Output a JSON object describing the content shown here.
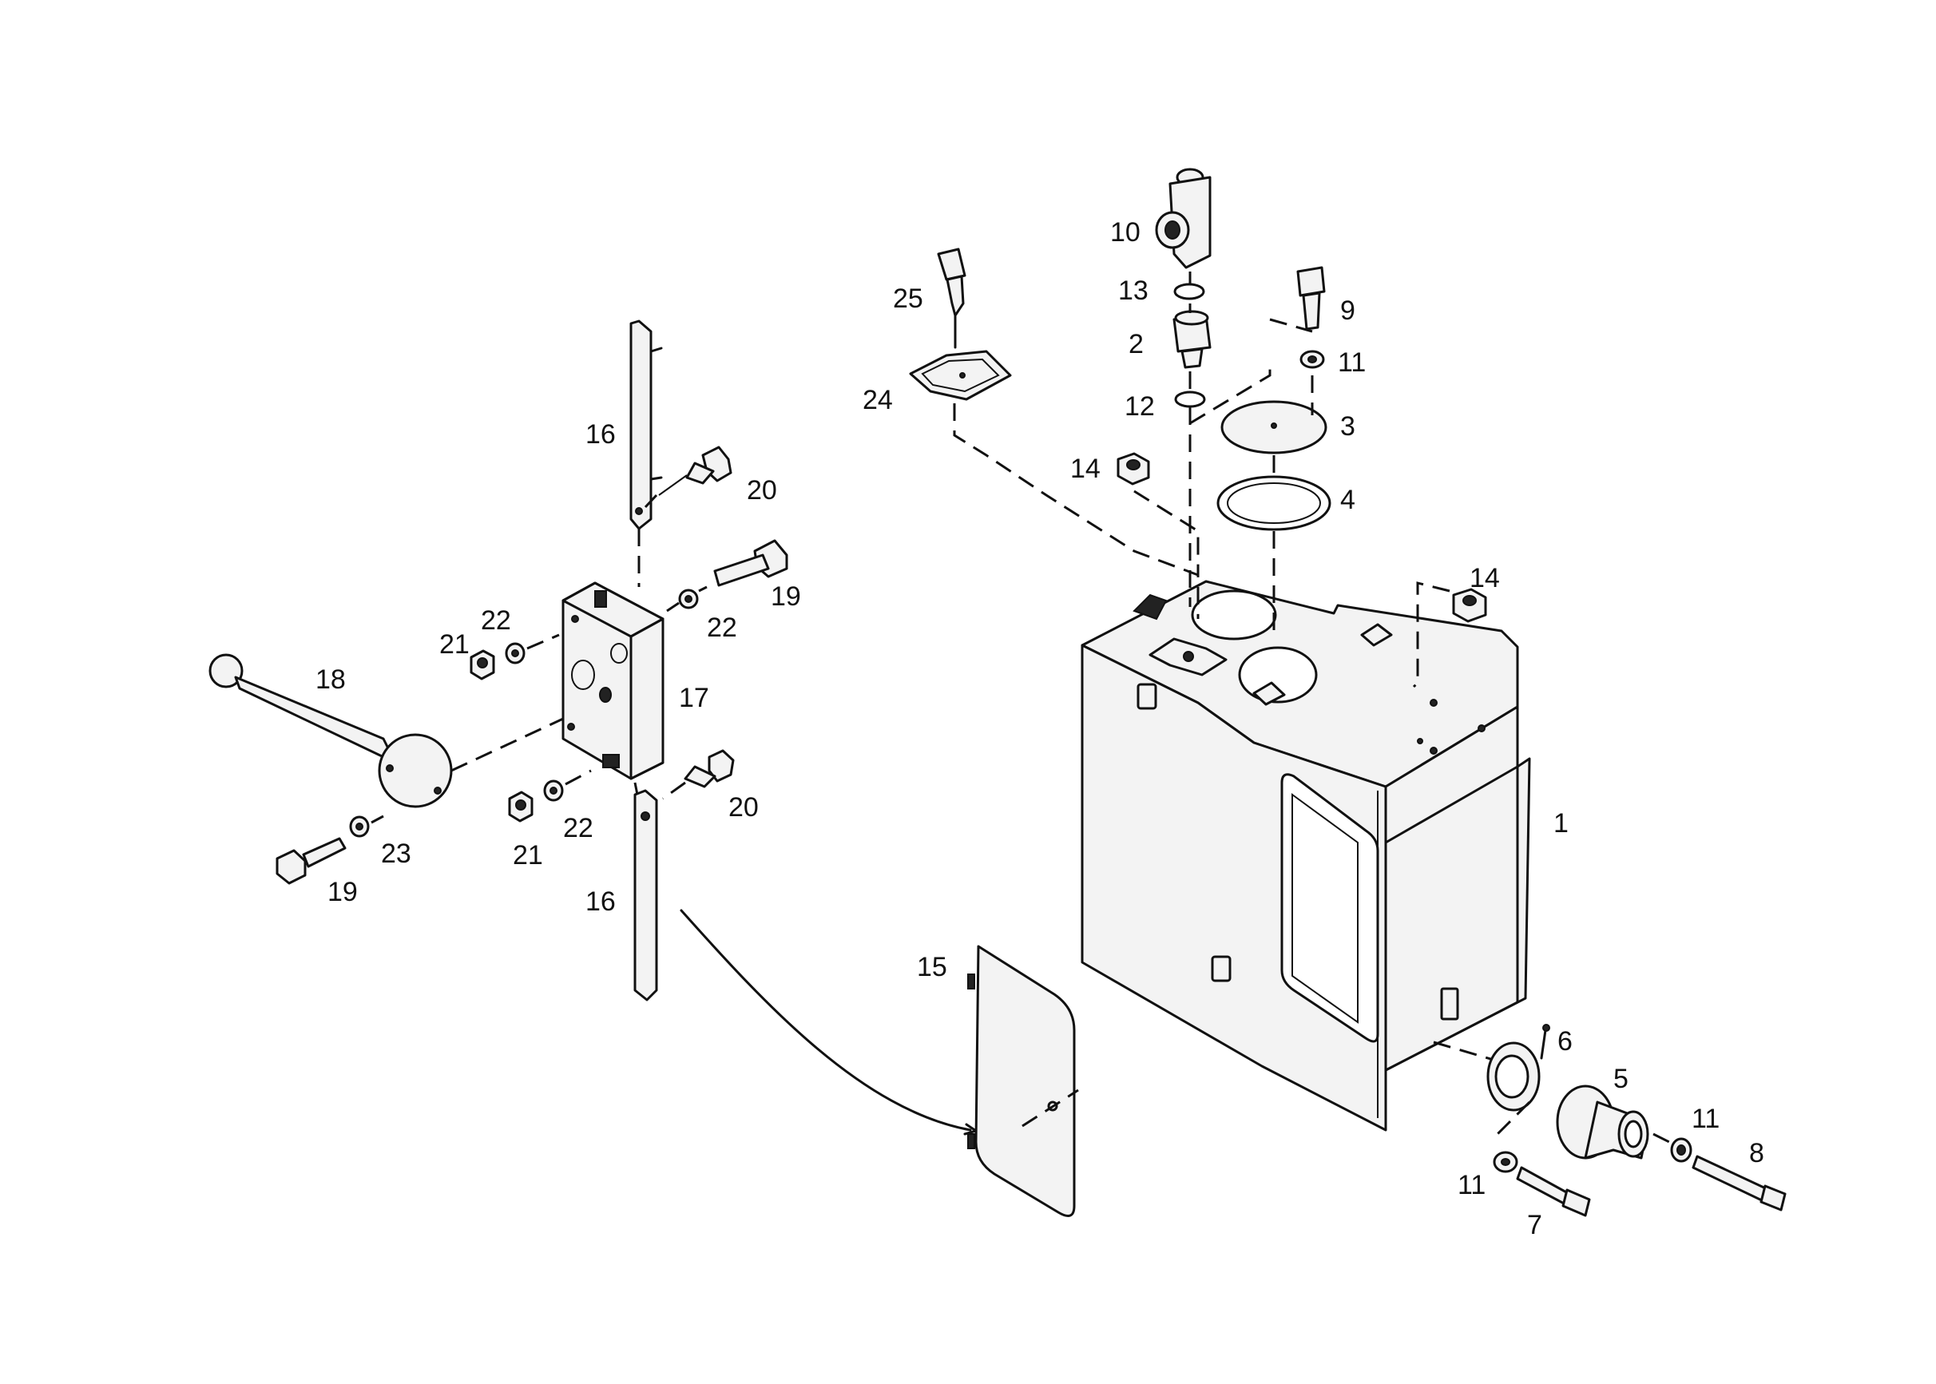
{
  "labels": {
    "l1": "1",
    "l2": "2",
    "l3": "3",
    "l4": "4",
    "l5": "5",
    "l6": "6",
    "l7": "7",
    "l8": "8",
    "l9": "9",
    "l10": "10",
    "l11a": "11",
    "l11b": "11",
    "l11c": "11",
    "l12": "12",
    "l13": "13",
    "l14a": "14",
    "l14b": "14",
    "l15": "15",
    "l16a": "16",
    "l16b": "16",
    "l17": "17",
    "l18": "18",
    "l19a": "19",
    "l19b": "19",
    "l20a": "20",
    "l20b": "20",
    "l21a": "21",
    "l21b": "21",
    "l22a": "22",
    "l22b": "22",
    "l22c": "22",
    "l23": "23",
    "l24": "24",
    "l25": "25"
  }
}
